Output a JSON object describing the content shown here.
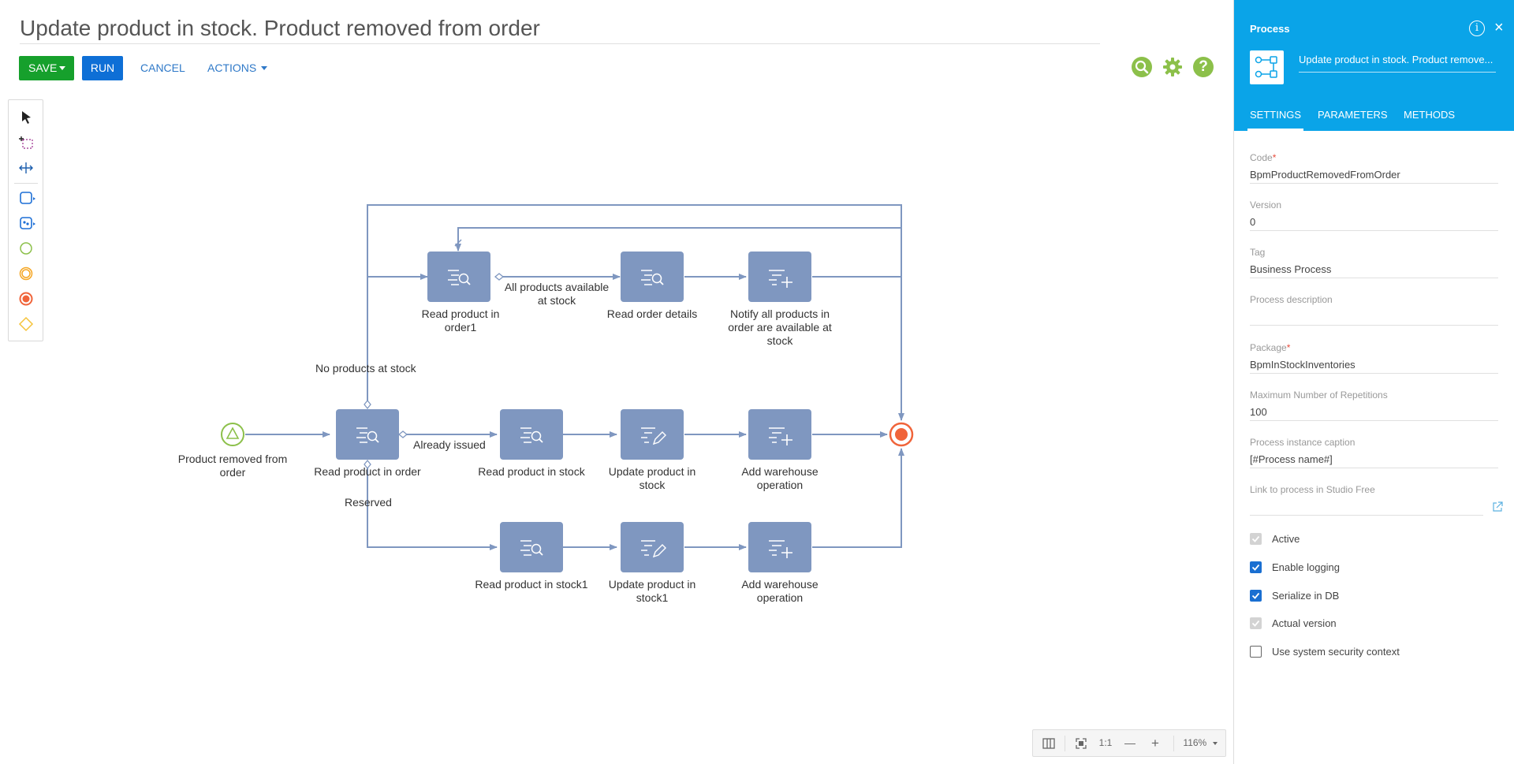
{
  "header": {
    "title": "Update product in stock. Product removed from order",
    "save_label": "SAVE",
    "run_label": "RUN",
    "cancel_label": "CANCEL",
    "actions_label": "ACTIONS"
  },
  "icons": {
    "search": "search-icon",
    "gear": "gear-icon",
    "help": "?"
  },
  "diagram": {
    "nodes": {
      "start": "Product removed from order",
      "read_product_in_order": "Read product in order",
      "read_product_in_order1": "Read product in order1",
      "read_order_details": "Read order details",
      "notify_all": "Notify all products in order are available at stock",
      "read_product_in_stock": "Read product in stock",
      "update_product_in_stock": "Update product in stock",
      "add_warehouse_op": "Add warehouse operation",
      "read_product_in_stock1": "Read product in stock1",
      "update_product_in_stock1": "Update product in stock1",
      "add_warehouse_op2": "Add warehouse operation"
    },
    "edges": {
      "all_available": "All products available at stock",
      "no_products": "No products at stock",
      "already_issued": "Already issued",
      "reserved": "Reserved"
    }
  },
  "zoombar": {
    "fit": "1:1",
    "minus": "—",
    "plus": "+",
    "zoom": "116%"
  },
  "panel": {
    "header_title": "Process",
    "info": "i",
    "close": "×",
    "process_name": "Update product in stock. Product remove...",
    "tabs": [
      "SETTINGS",
      "PARAMETERS",
      "METHODS"
    ],
    "fields": {
      "code_label": "Code",
      "code_value": "BpmProductRemovedFromOrder",
      "version_label": "Version",
      "version_value": "0",
      "tag_label": "Tag",
      "tag_value": "Business Process",
      "description_label": "Process description",
      "description_value": "",
      "package_label": "Package",
      "package_value": "BpmInStockInventories",
      "max_rep_label": "Maximum Number of Repetitions",
      "max_rep_value": "100",
      "caption_label": "Process instance caption",
      "caption_value": "[#Process name#]",
      "link_label": "Link to process in Studio Free",
      "link_value": ""
    },
    "required_mark": "*",
    "checkboxes": [
      {
        "label": "Active",
        "state": "disabled-checked"
      },
      {
        "label": "Enable logging",
        "state": "checked"
      },
      {
        "label": "Serialize in DB",
        "state": "checked"
      },
      {
        "label": "Actual version",
        "state": "disabled-checked"
      },
      {
        "label": "Use system security context",
        "state": "unchecked"
      }
    ]
  },
  "colors": {
    "save": "#16a02c",
    "run": "#0e6fd6",
    "panel_header": "#0aa4e8",
    "node": "#7f97c0",
    "edge": "#7f97c0",
    "start_event": "#8cc04a",
    "end_event": "#f0643a"
  }
}
